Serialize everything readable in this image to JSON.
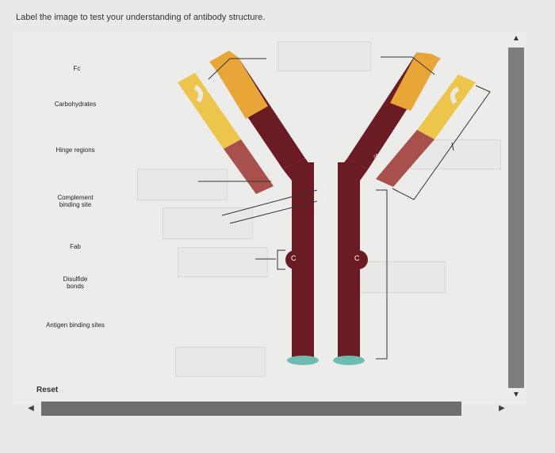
{
  "question": "Label the image to test your understanding of antibody structure.",
  "labels": [
    {
      "text": "Fc"
    },
    {
      "text": "Carbohydrates"
    },
    {
      "text": "Hinge regions"
    },
    {
      "text": "Complement\nbinding site"
    },
    {
      "text": "Fab"
    },
    {
      "text": "Disulfide\nbonds"
    },
    {
      "text": "Antigen binding sites"
    }
  ],
  "reset_label": "Reset",
  "diagram": {
    "disulfide_text": "S-S",
    "carb_text": "C"
  },
  "scroll": {
    "up_icon": "▲",
    "down_icon": "▼",
    "left_icon": "◀",
    "right_icon": "▶"
  }
}
